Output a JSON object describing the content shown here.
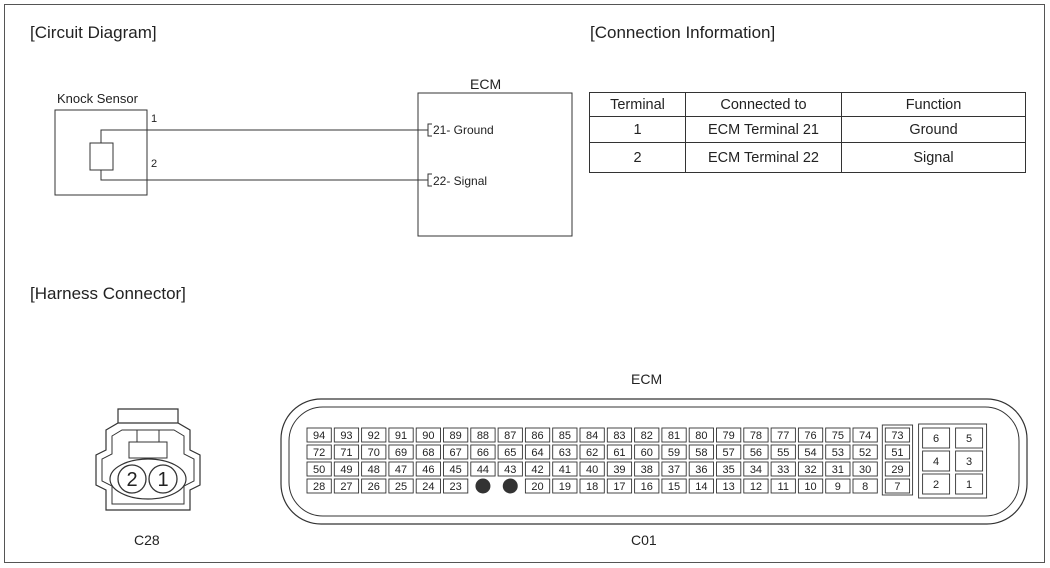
{
  "titles": {
    "circuit": "[Circuit Diagram]",
    "connection": "[Connection Information]",
    "harness": "[Harness Connector]"
  },
  "circuit": {
    "sensor_label": "Knock Sensor",
    "pin1": "1",
    "pin2": "2",
    "ecm_label": "ECM",
    "term_a": "21- Ground",
    "term_b": "22- Signal"
  },
  "table": {
    "headers": [
      "Terminal",
      "Connected to",
      "Function"
    ],
    "rows": [
      [
        "1",
        "ECM Terminal 21",
        "Ground"
      ],
      [
        "2",
        "ECM Terminal 22",
        "Signal"
      ]
    ]
  },
  "harness": {
    "c28": {
      "name": "C28",
      "pins": [
        "2",
        "1"
      ]
    },
    "ecm_label": "ECM",
    "c01": {
      "name": "C01",
      "rows": [
        [
          "94",
          "93",
          "92",
          "91",
          "90",
          "89",
          "88",
          "87",
          "86",
          "85",
          "84",
          "83",
          "82",
          "81",
          "80",
          "79",
          "78",
          "77",
          "76",
          "75",
          "74"
        ],
        [
          "72",
          "71",
          "70",
          "69",
          "68",
          "67",
          "66",
          "65",
          "64",
          "63",
          "62",
          "61",
          "60",
          "59",
          "58",
          "57",
          "56",
          "55",
          "54",
          "53",
          "52"
        ],
        [
          "50",
          "49",
          "48",
          "47",
          "46",
          "45",
          "44",
          "43",
          "42",
          "41",
          "40",
          "39",
          "38",
          "37",
          "36",
          "35",
          "34",
          "33",
          "32",
          "31",
          "30"
        ],
        [
          "28",
          "27",
          "26",
          "25",
          "24",
          "23",
          "●",
          "●",
          "20",
          "19",
          "18",
          "17",
          "16",
          "15",
          "14",
          "13",
          "12",
          "11",
          "10",
          "9",
          "8"
        ]
      ],
      "side_column": [
        "73",
        "51",
        "29",
        "7"
      ],
      "right_block": [
        [
          "6",
          "5"
        ],
        [
          "4",
          "3"
        ],
        [
          "2",
          "1"
        ]
      ]
    }
  }
}
